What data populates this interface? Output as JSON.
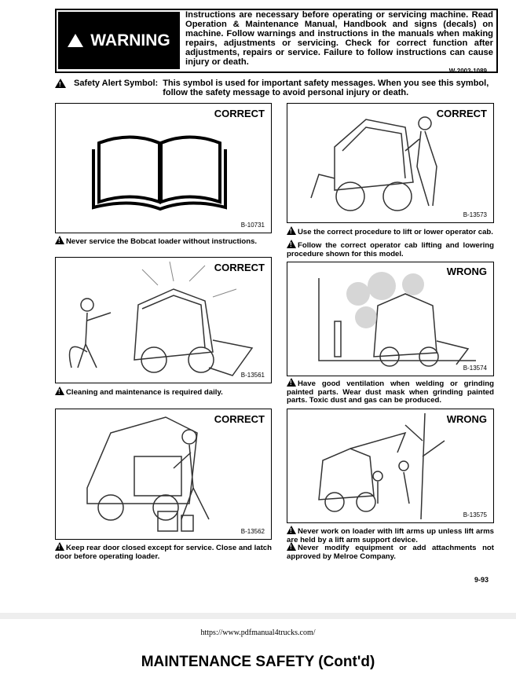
{
  "warning": {
    "label": "WARNING",
    "text": "Instructions are necessary before operating or servicing machine. Read Operation & Maintenance Manual, Handbook and signs (decals) on machine. Follow warnings and instructions in the manuals when making repairs, adjustments or servicing. Check for correct function after adjustments, repairs or service. Failure to follow instructions can cause injury or death.",
    "code": "W-2003-1089"
  },
  "safety_alert": {
    "label": "Safety Alert Symbol:",
    "text": "This symbol is used for important safety messages. When you see this symbol, follow the safety message to avoid personal injury or death."
  },
  "panels": [
    {
      "status": "CORRECT",
      "code": "B-10731",
      "captions": [
        "Never service the Bobcat loader without instructions."
      ]
    },
    {
      "status": "CORRECT",
      "code": "B-13573",
      "captions": [
        "Use the correct procedure to lift or lower operator cab.",
        "Follow the correct operator cab lifting and lowering procedure shown for this model."
      ]
    },
    {
      "status": "CORRECT",
      "code": "B-13561",
      "captions": [
        "Cleaning and maintenance is required daily."
      ]
    },
    {
      "status": "WRONG",
      "code": "B-13574",
      "captions": [
        "Have good ventilation when welding or grinding painted parts. Wear dust mask when grinding painted parts. Toxic dust and gas can be produced."
      ]
    },
    {
      "status": "CORRECT",
      "code": "B-13562",
      "captions": [
        "Keep rear door closed except for service. Close and latch door before operating loader."
      ]
    },
    {
      "status": "WRONG",
      "code": "B-13575",
      "captions": [
        "Never work on loader with lift arms up unless lift arms are held by a lift arm support device.",
        "Never modify equipment or add attachments not approved by Melroe Company."
      ]
    }
  ],
  "page_number": "9-93",
  "footer": {
    "url": "https://www.pdfmanual4trucks.com/",
    "title": "MAINTENANCE SAFETY (Cont'd)"
  }
}
